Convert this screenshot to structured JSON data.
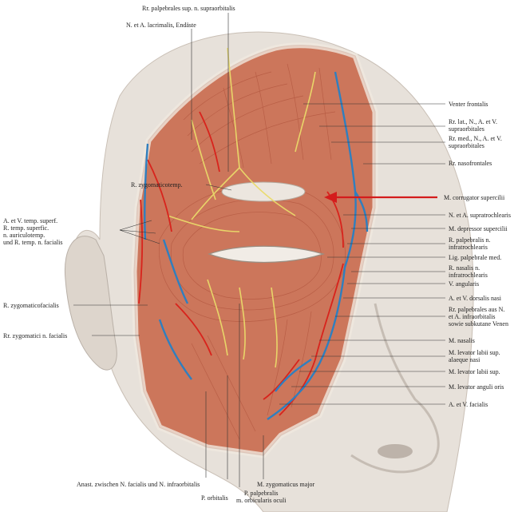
{
  "labels_top": [
    "Rr. palpebrales sup. n. supraorbitalis",
    "N. et A. lacrimalis, Endäste"
  ],
  "labels_right": [
    "Venter frontalis",
    "Rr. lat., N., A. et V.",
    "supraorbitales",
    "Rr. med., N., A. et V.",
    "supraorbitales",
    "Rr. nasofrontales",
    "M. corrugator supercilii",
    "N. et A. supratrochlearis",
    "M. depressor supercilii",
    "R. palpebralis n.",
    "infratrochlearis",
    "Lig. palpebrale med.",
    "R. nasalis n.",
    "infratrochlearis",
    "V. angularis",
    "A. et V. dorsalis nasi",
    "Rr. palpebrales aus N.",
    "et A. infraorbitalis",
    "sowie subkutane Venen",
    "M. nasalis",
    "M. levator labii sup.",
    "alaeque nasi",
    "M. levator labii sup.",
    "M. levator anguli oris",
    "A. et V. facialis"
  ],
  "labels_left": [
    "R. zygomaticotemp.",
    "A. et V. temp. superf.",
    "R. temp. superfic.",
    "n. auriculotemp.",
    "und R. temp. n. facialis",
    "R. zygomaticofacialis",
    "Rr. zygomatici n. facialis"
  ],
  "labels_bottom": [
    "Anast. zwischen N. facialis und N. infraorbitalis",
    "P. orbitalis",
    "P. palpebralis",
    "m. orbicularis oculi",
    "M. zygomaticus major"
  ],
  "colors": {
    "skin": "#e9e3dc",
    "skin_shadow": "#b9b0a7",
    "muscle": "#cf7a5e",
    "muscle_dark": "#a84a34",
    "artery": "#d8231c",
    "vein": "#2f7fbf",
    "nerve": "#eee17a",
    "leader": "#333333",
    "pointer": "#d41c1c"
  }
}
